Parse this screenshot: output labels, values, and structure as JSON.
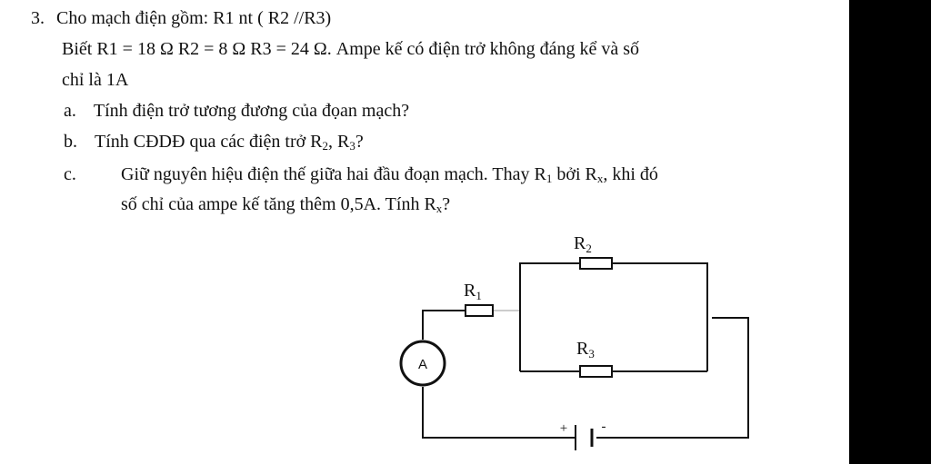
{
  "question": {
    "number": "3.",
    "title": "Cho mạch điện gồm: R1 nt ( R2 //R3)",
    "given_line1": "Biết R1 = 18 Ω  R2 = 8 Ω  R3 =  24 Ω.  Ampe kế có điện trở không đáng kể và số",
    "given_line2": "chỉ là  1A",
    "parts": [
      {
        "label": "a.",
        "text": "Tính điện trở tương đương của đọan mạch?"
      },
      {
        "label": "b.",
        "text_before": "Tính CĐDĐ qua các điện trở R",
        "sub1": "2",
        "text_mid": ", R",
        "sub2": "3",
        "text_after": "?"
      },
      {
        "label": "c.",
        "line1_a": "Giữ nguyên hiệu điện thế giữa hai đầu đoạn mạch. Thay R",
        "line1_sub1": "1",
        "line1_b": " bởi R",
        "line1_sub2": "x",
        "line1_c": ",  khi đó",
        "line2_a": "số chỉ của ampe kế tăng thêm 0,5A. Tính  R",
        "line2_sub": "x",
        "line2_b": "?"
      }
    ]
  },
  "circuit": {
    "r1": {
      "letter": "R",
      "sub": "1"
    },
    "r2": {
      "letter": "R",
      "sub": "2"
    },
    "r3": {
      "letter": "R",
      "sub": "3"
    },
    "ammeter": "A",
    "battery_plus": "+",
    "battery_minus": "-"
  },
  "colors": {
    "background": "#ffffff",
    "border": "#000000",
    "text": "#111111"
  }
}
